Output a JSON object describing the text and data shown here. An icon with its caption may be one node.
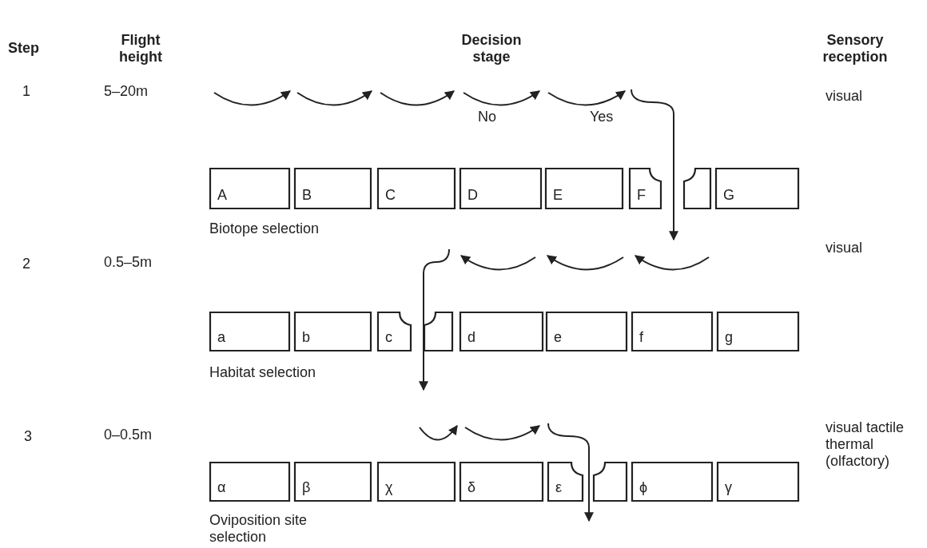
{
  "diagram": {
    "nodes": [
      {
        "text": [
          "A"
        ]
      },
      {
        "text": [
          "B"
        ]
      },
      {
        "text": [
          "C"
        ]
      },
      {
        "text": [
          "D"
        ]
      },
      {
        "text": [
          "E"
        ]
      },
      {
        "text": [
          "F"
        ]
      },
      {
        "text": [],
        "shape": "box"
      },
      {
        "text": [
          "G"
        ]
      },
      {
        "text": [
          "a"
        ]
      },
      {
        "text": [
          "b"
        ]
      },
      {
        "text": [
          "c"
        ]
      },
      {
        "text": [],
        "shape": "box"
      },
      {
        "text": [
          "d"
        ]
      },
      {
        "text": [
          "e"
        ]
      },
      {
        "text": [
          "f"
        ]
      },
      {
        "text": [
          "g"
        ]
      },
      {
        "text": [
          "α"
        ]
      },
      {
        "text": [
          "β"
        ]
      },
      {
        "text": [
          "χ"
        ]
      },
      {
        "text": [
          "δ"
        ]
      },
      {
        "text": [
          "ε"
        ]
      },
      {
        "text": [],
        "shape": "box"
      },
      {
        "text": [
          "ϕ"
        ]
      },
      {
        "text": [
          "γ"
        ]
      }
    ],
    "labels": [
      "Step",
      "Flight height",
      "Decision stage",
      "Sensory reception",
      "1",
      "5–20m",
      "No",
      "Yes",
      "visual",
      "Biotope selection",
      "2",
      "0.5–5m",
      "visual",
      "Habitat selection",
      "3",
      "0–0.5m",
      "visual tactile thermal (olfactory)",
      "Oviposition site selection"
    ]
  }
}
